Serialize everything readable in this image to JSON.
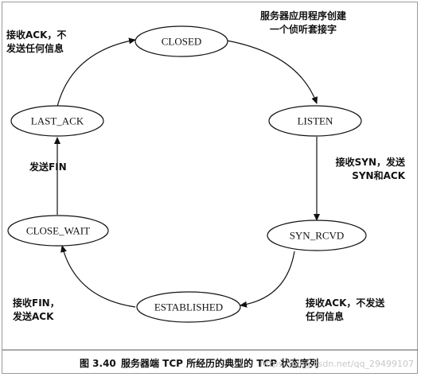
{
  "states": {
    "closed": "CLOSED",
    "listen": "LISTEN",
    "syn_rcvd": "SYN_RCVD",
    "established": "ESTABLISHED",
    "close_wait": "CLOSE_WAIT",
    "last_ack": "LAST_ACK"
  },
  "annotations": {
    "server_app_line1": "服务器应用程序创建",
    "server_app_line2": "一个侦听套接字",
    "recv_ack_no_send_top_line1": "接收ACK，不",
    "recv_ack_no_send_top_line2": "发送任何信息",
    "recv_syn_line1": "接收SYN，发送",
    "recv_syn_line2": "SYN和ACK",
    "send_fin": "发送FIN",
    "recv_ack_no_send_bottom_line1": "接收ACK，不发送",
    "recv_ack_no_send_bottom_line2": "任何信息",
    "recv_fin_line1": "接收FIN，",
    "recv_fin_line2": "发送ACK"
  },
  "caption": {
    "figure_number": "图 3.40",
    "text": "服务器端 TCP 所经历的典型的 TCP 状态序列"
  },
  "watermark": "https://blog.csdn.net/qq_29499107"
}
